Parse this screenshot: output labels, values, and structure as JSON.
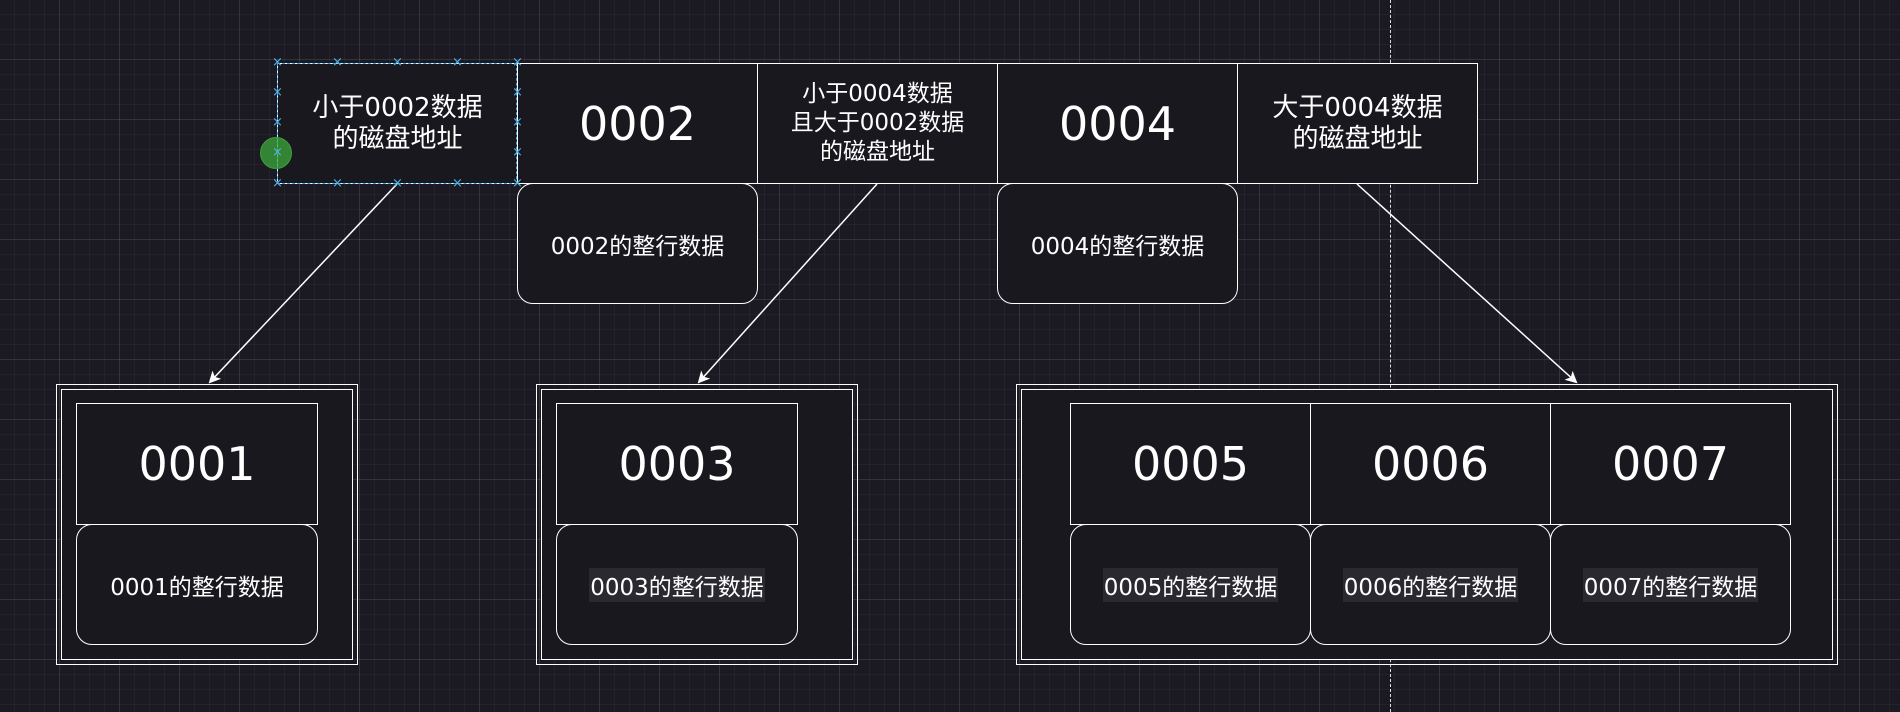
{
  "root_node": {
    "cells": [
      {
        "kind": "pointer",
        "text": "小于0002数据\n的磁盘地址"
      },
      {
        "kind": "key",
        "text": "0002"
      },
      {
        "kind": "pointer",
        "text": "小于0004数据\n且大于0002数据\n的磁盘地址"
      },
      {
        "kind": "key",
        "text": "0004"
      },
      {
        "kind": "pointer",
        "text": "大于0004数据\n的磁盘地址"
      }
    ],
    "rows": [
      {
        "text": "0002的整行数据"
      },
      {
        "text": "0004的整行数据"
      }
    ]
  },
  "leaf_nodes": [
    {
      "keys": [
        "0001"
      ],
      "rows": [
        "0001的整行数据"
      ]
    },
    {
      "keys": [
        "0003"
      ],
      "rows": [
        "0003的整行数据"
      ]
    },
    {
      "keys": [
        "0005",
        "0006",
        "0007"
      ],
      "rows": [
        "0005的整行数据",
        "0006的整行数据",
        "0007的整行数据"
      ]
    }
  ],
  "colors": {
    "background": "#1b1a22",
    "stroke": "#ffffff",
    "selection": "#3aa8e8",
    "rotate_handle": "#3f9f3f"
  }
}
